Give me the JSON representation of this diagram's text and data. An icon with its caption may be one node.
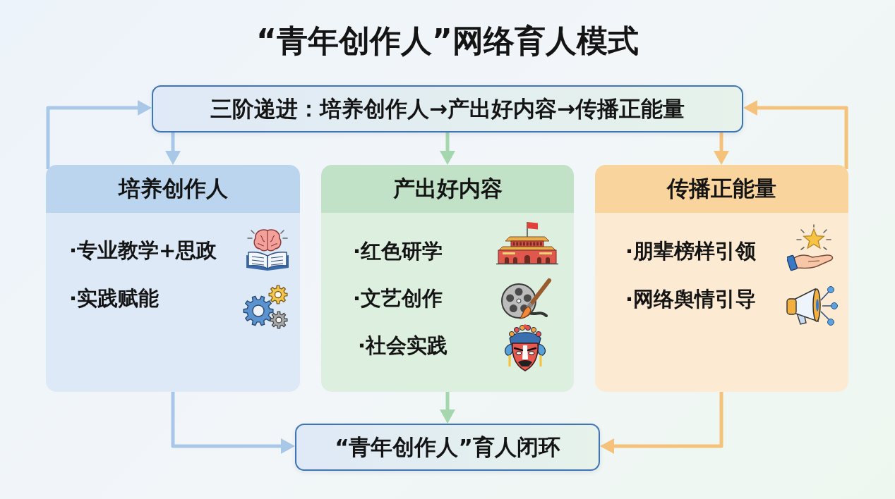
{
  "diagram": {
    "title": "“青年创作人”网络育人模式",
    "nodes": [
      {
        "text": [
          "三阶递进：培养创作人→产出好内容→传播正能量"
        ]
      },
      {
        "text": [
          "培养创作人",
          "·专业教学+思政",
          "·实践赋能"
        ]
      },
      {
        "text": [
          "产出好内容",
          "·红色研学",
          "·文艺创作",
          "·社会实践"
        ]
      },
      {
        "text": [
          "传播正能量",
          "·朋辈榜样引领",
          "·网络舆情引导"
        ]
      },
      {
        "text": [
          "“青年创作人”育人闭环"
        ]
      }
    ],
    "edges": [
      {
        "from": 0,
        "to": 1,
        "arrow": "to",
        "color": "#a9c7e7"
      },
      {
        "from": 0,
        "to": 2,
        "arrow": "to",
        "color": "#a6d6ae"
      },
      {
        "from": 0,
        "to": 3,
        "arrow": "to",
        "color": "#f5c27c"
      },
      {
        "from": 1,
        "to": 0,
        "arrow": "to",
        "color": "#a9c7e7"
      },
      {
        "from": 3,
        "to": 0,
        "arrow": "to",
        "color": "#f5c27c"
      },
      {
        "from": 1,
        "to": 4,
        "arrow": "to",
        "color": "#a9c7e7"
      },
      {
        "from": 2,
        "to": 4,
        "arrow": "to",
        "color": "#a6d6ae"
      },
      {
        "from": 3,
        "to": 4,
        "arrow": "to",
        "color": "#f5c27c"
      }
    ]
  }
}
